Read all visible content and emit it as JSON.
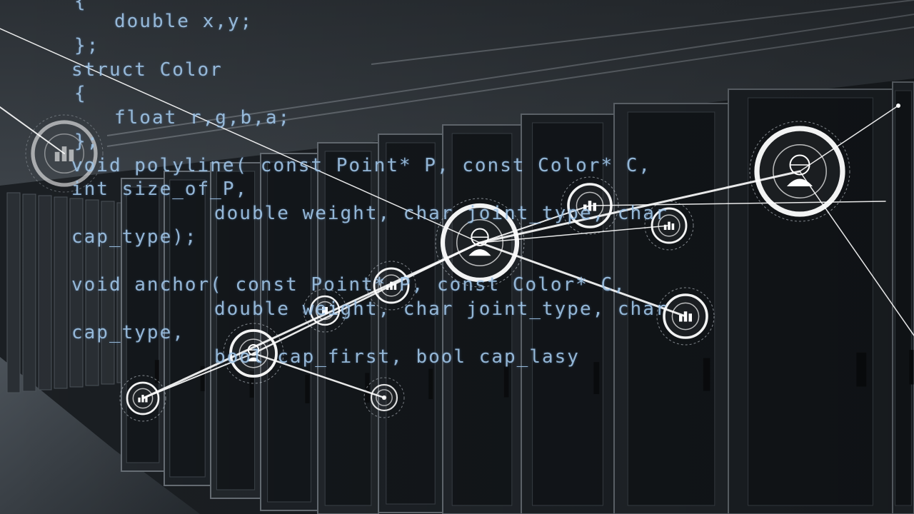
{
  "code_lines": [
    "{",
    "  double x,y;",
    "};",
    "struct Color",
    "{",
    "  float r,g,b,a;",
    "};",
    "void polyline( const Point* P, const Color* C,",
    "int size_of_P,",
    "        double weight, char joint_type, char",
    "cap_type);",
    "",
    "void anchor( const Point* P, const Color* C,",
    "        double weight, char joint_type, char",
    "cap_type,",
    "        bool cap_first, bool cap_lasy"
  ],
  "icons": {
    "network_nodes": [
      "bar-chart-icon",
      "user-globe-icon",
      "target-icon",
      "document-icon"
    ],
    "background": "server-room-photo"
  },
  "colors": {
    "code_text": "#9fc4e6",
    "network_lines": "#ffffff",
    "background": "#15191d"
  }
}
